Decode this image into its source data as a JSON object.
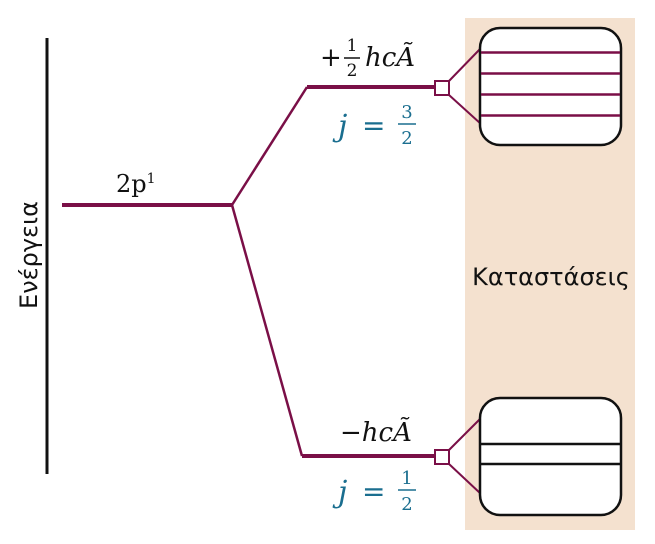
{
  "axis": {
    "label": "Ενέργεια"
  },
  "panel": {
    "label": "Καταστάσεις"
  },
  "ground_level": {
    "label": "2p",
    "superscript": "1"
  },
  "upper_level": {
    "energy_sign": "+",
    "energy_numerator": "1",
    "energy_denominator": "2",
    "energy_term": "hcÃ",
    "j_symbol": "j",
    "j_equals": "=",
    "j_numerator": "3",
    "j_denominator": "2",
    "state_count": 4
  },
  "lower_level": {
    "energy_label": "−hcÃ",
    "j_symbol": "j",
    "j_equals": "=",
    "j_numerator": "1",
    "j_denominator": "2",
    "state_count": 2
  },
  "colors": {
    "level_line": "#7a0f47",
    "j_label": "#1a6e8f",
    "panel_background": "#f4e1cf",
    "text": "#111111"
  }
}
